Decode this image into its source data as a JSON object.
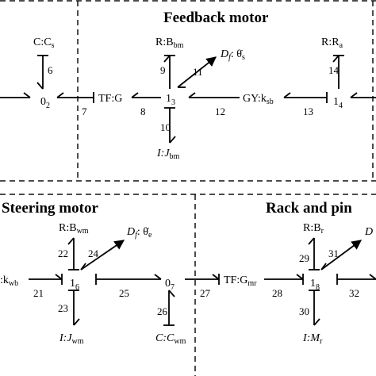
{
  "sections": {
    "feedback_title": "Feedback motor",
    "steering_title": "Steering motor",
    "rack_title": "Rack and pin"
  },
  "top": {
    "cs": "C:C",
    "cs_sub": "s",
    "j02": "0",
    "j02_sub": "2",
    "tfg": "TF:G",
    "rbm": "R:B",
    "rbm_sub": "bm",
    "j13": "1",
    "j13_sub": "3",
    "df_s": "D",
    "df_s_sub": "f",
    "df_s_tail": ": θ̇",
    "df_s_tail_sub": "s",
    "ijbm": "I:J",
    "ijbm_sub": "bm",
    "gy": "GY:k",
    "gy_sub": "sb",
    "ra": "R:R",
    "ra_sub": "a",
    "j14": "1",
    "j14_sub": "4",
    "bonds": [
      "6",
      "7",
      "8",
      "9",
      "10",
      "11",
      "12",
      "13",
      "14"
    ]
  },
  "bottom": {
    "kwb": ":k",
    "kwb_sub": "wb",
    "rbwm": "R:B",
    "rbwm_sub": "wm",
    "df_e": "D",
    "df_e_sub": "f",
    "df_e_tail": ": θ̇",
    "df_e_tail_sub": "e",
    "j16": "1",
    "j16_sub": "6",
    "ijwm": "I:J",
    "ijwm_sub": "wm",
    "j07": "0",
    "j07_sub": "7",
    "ccwm": "C:C",
    "ccwm_sub": "wm",
    "tfgmr": "TF:G",
    "tfgmr_sub": "mr",
    "rbr": "R:B",
    "rbr_sub": "r",
    "j18": "1",
    "j18_sub": "8",
    "imr": "I:M",
    "imr_sub": "r",
    "dright": "D",
    "bonds": [
      "21",
      "22",
      "23",
      "24",
      "25",
      "26",
      "27",
      "28",
      "29",
      "30",
      "31",
      "32"
    ]
  }
}
